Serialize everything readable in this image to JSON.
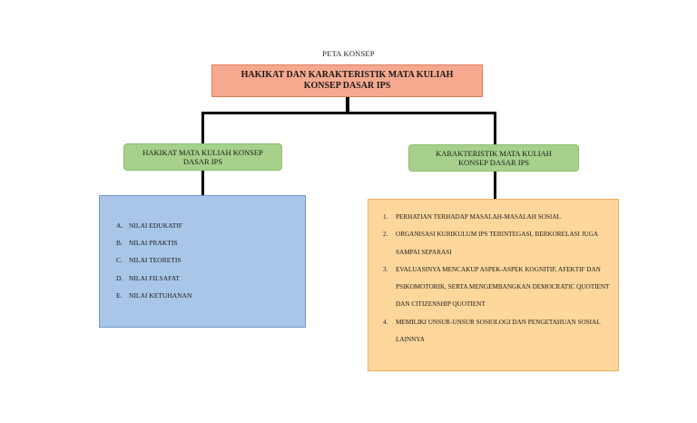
{
  "caption": "PETA KONSEP",
  "root": {
    "line1": "HAKIKAT DAN KARAKTERISTIK MATA KULIAH",
    "line2": "KONSEP DASAR IPS"
  },
  "left_node": {
    "line1": "HAKIKAT MATA KULIAH KONSEP",
    "line2": "DASAR IPS",
    "items": [
      {
        "marker": "A.",
        "text": "NILAI EDUKATIF"
      },
      {
        "marker": "B.",
        "text": "NILAI PRAKTIS"
      },
      {
        "marker": "C.",
        "text": "NILAI TEORETIS"
      },
      {
        "marker": "D.",
        "text": "NILAI FILSAFAT"
      },
      {
        "marker": "E.",
        "text": "NILAI KETUHANAN"
      }
    ]
  },
  "right_node": {
    "line1": "KARAKTERISTIK MATA KULIAH",
    "line2": "KONSEP DASAR IPS",
    "items": [
      {
        "marker": "1.",
        "text": "PERHATIAN TERHADAP MASALAH-MASALAH SOSIAL"
      },
      {
        "marker": "2.",
        "text": "ORGANISASI KURIKULUM IPS TERINTEGASI, BERKORELASI JUGA SAMPAI SEPARASI"
      },
      {
        "marker": "3.",
        "text": "EVALUASINYA MENCAKUP ASPEK-ASPEK KOGNITIF, AFEKTIF DAN PSIKOMOTORIK, SERTA MENGEMBANGKAN DEMOCRATIC QUOTIENT DAN CITIZENSHIP QUOTIENT"
      },
      {
        "marker": "4.",
        "text": "MEMILIKI UNSUR-UNSUR SOSIOLOGI DAN PENGETAHUAN SOSIAL LAINNYA"
      }
    ]
  },
  "colors": {
    "root_fill": "#f6a98f",
    "node_fill": "#a6d08c",
    "left_box_fill": "#a9c6e8",
    "right_box_fill": "#fdd79b",
    "connector": "#000000"
  }
}
